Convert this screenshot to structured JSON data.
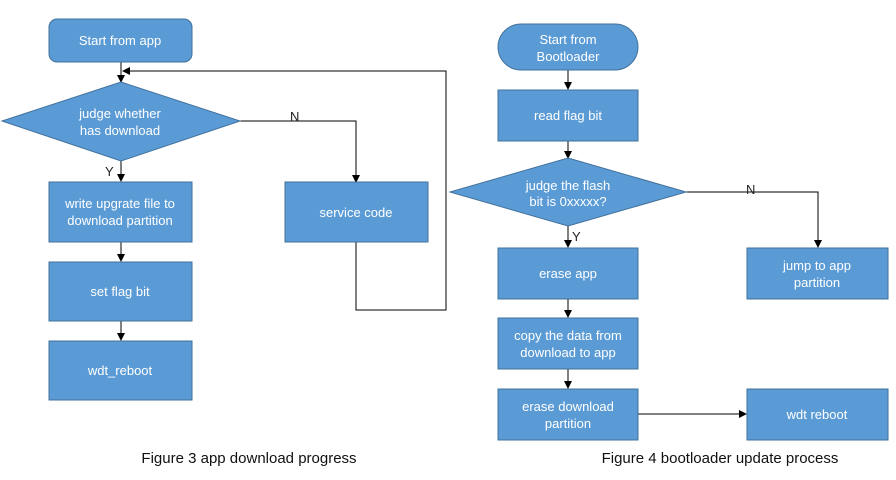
{
  "fig3": {
    "start": "Start from app",
    "judge": [
      "judge whether",
      "has download"
    ],
    "write": [
      "write upgrate file to",
      "download partition"
    ],
    "setflag": "set flag bit",
    "reboot": "wdt_reboot",
    "service": "service code",
    "yes": "Y",
    "no": "N",
    "caption": "Figure 3 app download progress"
  },
  "fig4": {
    "start": [
      "Start from",
      "Bootloader"
    ],
    "read": "read flag bit",
    "judge": [
      "judge the flash",
      "bit is 0xxxxx?"
    ],
    "erase_app": "erase app",
    "copy": [
      "copy the data from",
      "download to app"
    ],
    "erase_dl": [
      "erase download",
      "partition"
    ],
    "jump": [
      "jump to app",
      "partition"
    ],
    "reboot": "wdt reboot",
    "yes": "Y",
    "no": "N",
    "caption": "Figure 4 bootloader update process"
  }
}
